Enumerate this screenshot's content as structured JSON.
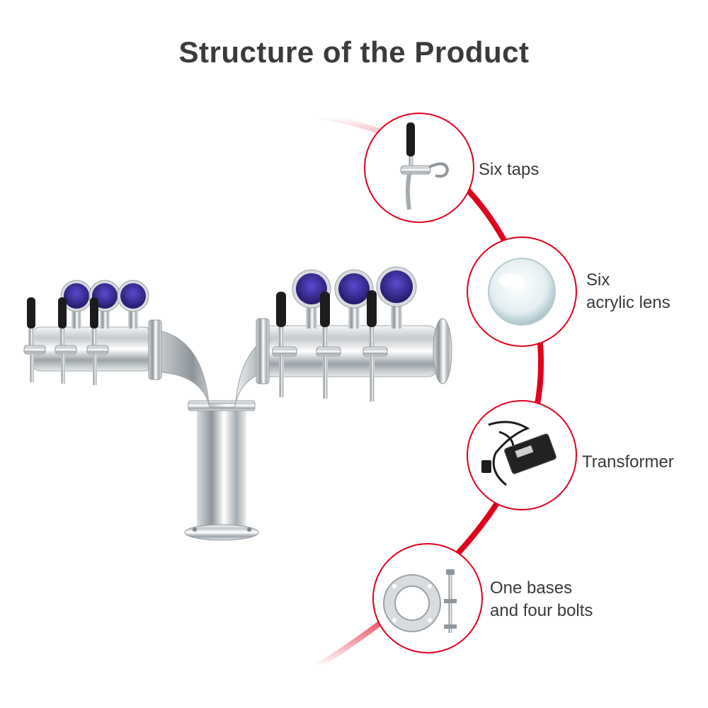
{
  "title": "Structure of the Product",
  "colors": {
    "accent": "#e0001b",
    "steel": "#c9ced3",
    "lens_badge": "#3a2a8c"
  },
  "callouts": [
    {
      "label_lines": [
        "Six taps"
      ],
      "icon": "beer-tap-icon"
    },
    {
      "label_lines": [
        "Six",
        "acrylic lens"
      ],
      "icon": "acrylic-lens-icon"
    },
    {
      "label_lines": [
        "Transformer"
      ],
      "icon": "power-adapter-icon"
    },
    {
      "label_lines": [
        "One bases",
        "and four bolts"
      ],
      "icon": "base-plate-and-bolt-icon"
    }
  ],
  "product": {
    "icon": "six-tap-beer-tower-icon",
    "tap_count": 6
  }
}
